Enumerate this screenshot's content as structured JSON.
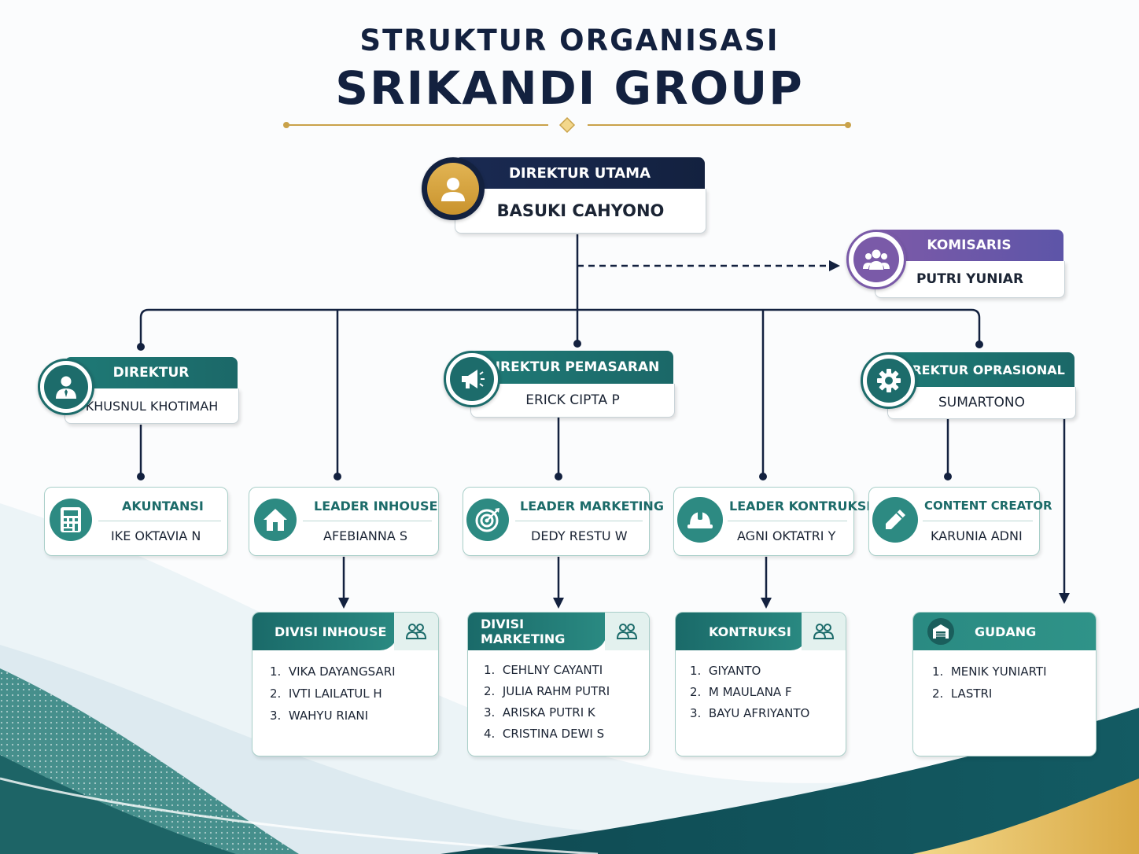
{
  "title": {
    "line1": "STRUKTUR ORGANISASI",
    "line2": "SRIKANDI GROUP"
  },
  "colors": {
    "navy": "#13213f",
    "teal": "#1d6c6b",
    "purple": "#6b4fa5",
    "gold": "#c9a24a"
  },
  "top": {
    "role": "DIREKTUR UTAMA",
    "name": "BASUKI CAHYONO",
    "icon": "user-icon"
  },
  "komisaris": {
    "role": "KOMISARIS",
    "name": "PUTRI YUNIAR",
    "icon": "group-icon"
  },
  "directors": [
    {
      "role": "DIREKTUR",
      "name": "KHUSNUL KHOTIMAH",
      "icon": "businessman-icon"
    },
    {
      "role": "DIREKTUR PEMASARAN",
      "name": "ERICK CIPTA P",
      "icon": "megaphone-icon"
    },
    {
      "role": "DIREKTUR OPRASIONAL",
      "name": "SUMARTONO",
      "icon": "gear-icon"
    }
  ],
  "leaders": [
    {
      "role": "AKUNTANSI",
      "name": "IKE OKTAVIA N",
      "icon": "calculator-icon"
    },
    {
      "role": "LEADER INHOUSE",
      "name": "AFEBIANNA S",
      "icon": "house-icon"
    },
    {
      "role": "LEADER MARKETING",
      "name": "DEDY RESTU W",
      "icon": "target-icon"
    },
    {
      "role": "LEADER KONTRUKSI",
      "name": "AGNI OKTATRI Y",
      "icon": "helmet-icon"
    },
    {
      "role": "CONTENT CREATOR",
      "name": "KARUNIA ADNI",
      "icon": "pencil-icon"
    }
  ],
  "divisions": [
    {
      "title": "DIVISI INHOUSE",
      "icon": "people-icon",
      "members": [
        "VIKA DAYANGSARI",
        "IVTI LAILATUL H",
        "WAHYU RIANI"
      ]
    },
    {
      "title": "DIVISI MARKETING",
      "icon": "people-icon",
      "members": [
        "CEHLNY CAYANTI",
        "JULIA RAHM PUTRI",
        "ARISKA PUTRI K",
        "CRISTINA DEWI S"
      ]
    },
    {
      "title": "KONTRUKSI",
      "icon": "people-icon",
      "members": [
        "GIYANTO",
        "M MAULANA F",
        "BAYU AFRIYANTO"
      ]
    },
    {
      "title": "GUDANG",
      "icon": "warehouse-icon",
      "members": [
        "MENIK YUNIARTI",
        "LASTRI"
      ]
    }
  ]
}
